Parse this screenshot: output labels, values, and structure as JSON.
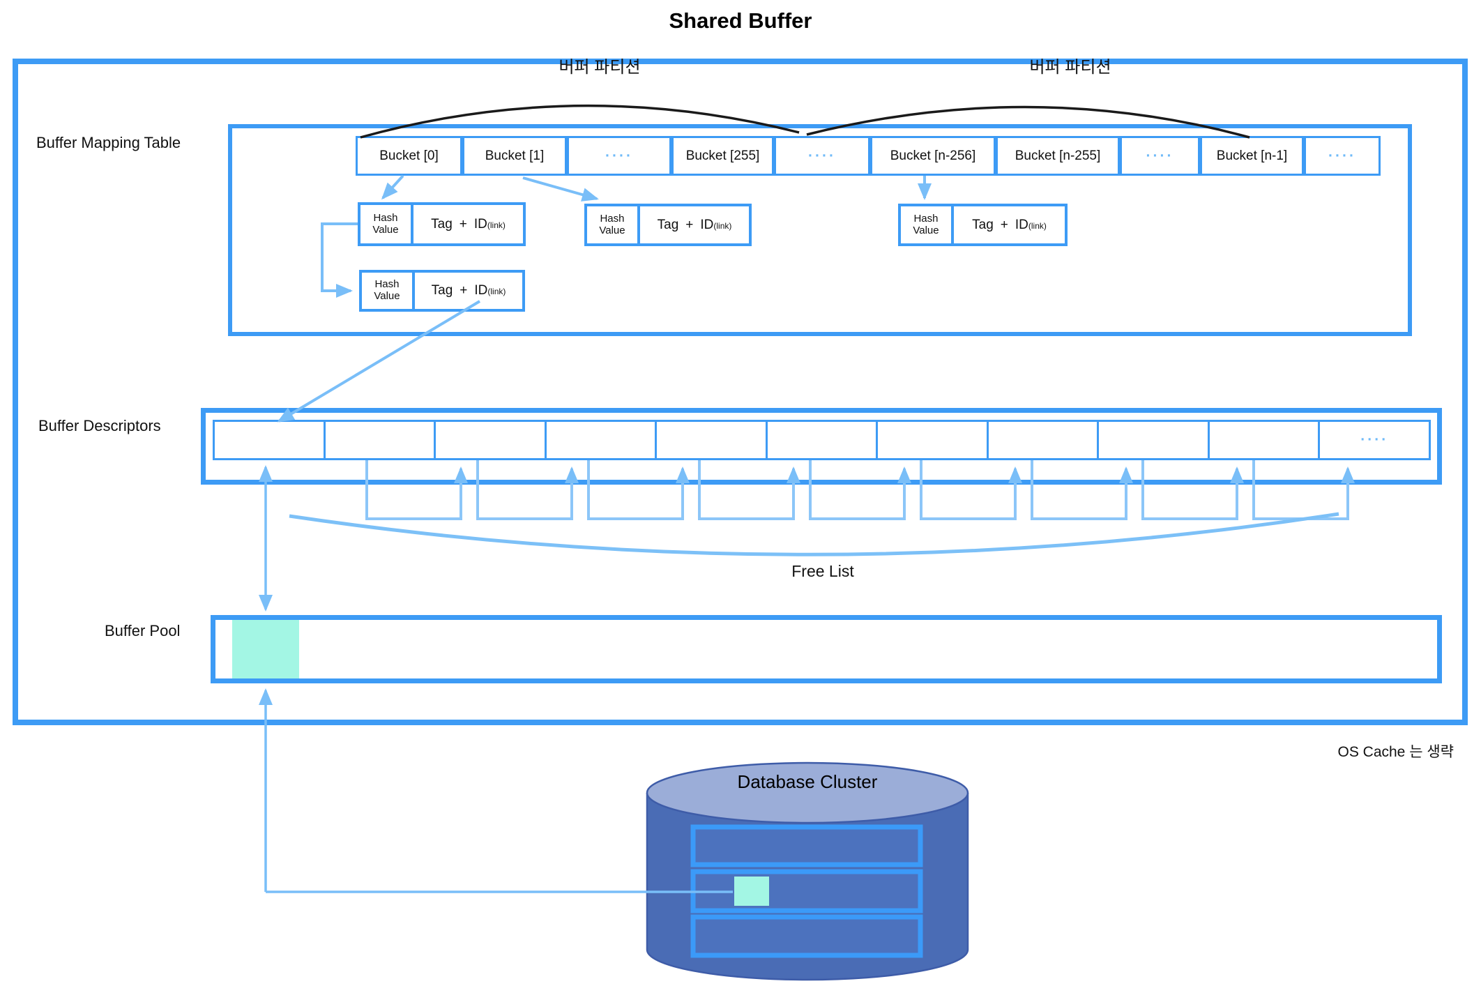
{
  "title": "Shared Buffer",
  "partition_labels": {
    "left": "버퍼 파티션",
    "right": "버퍼 파티션"
  },
  "mapping_table": {
    "label": "Buffer Mapping Table",
    "buckets": [
      "Bucket [0]",
      "Bucket [1]",
      "····",
      "Bucket [255]",
      "····",
      "Bucket [n-256]",
      "Bucket [n-255]",
      "····",
      "Bucket [n-1]",
      "····"
    ]
  },
  "hash_entry": {
    "line1": "Hash",
    "line2": "Value",
    "tag": "Tag",
    "plus": "+",
    "id": "ID",
    "link": "(link)"
  },
  "descriptors": {
    "label": "Buffer Descriptors",
    "dots": "····"
  },
  "free_list_label": "Free List",
  "buffer_pool": {
    "label": "Buffer Pool"
  },
  "database_cluster": {
    "label": "Database Cluster"
  },
  "os_cache_note": "OS Cache 는 생략",
  "colors": {
    "box_border_blue": "#3D9BF5",
    "arrow_light_blue": "#79BEF8",
    "partition_arc_black": "#1A1A1A",
    "highlight_cyan": "#A3F6E4",
    "cylinder_body": "#4A6CB5",
    "cylinder_top": "#9BADD8",
    "db_bar_fill": "#4C72BE",
    "dots_blue": "#6FBAF8"
  }
}
